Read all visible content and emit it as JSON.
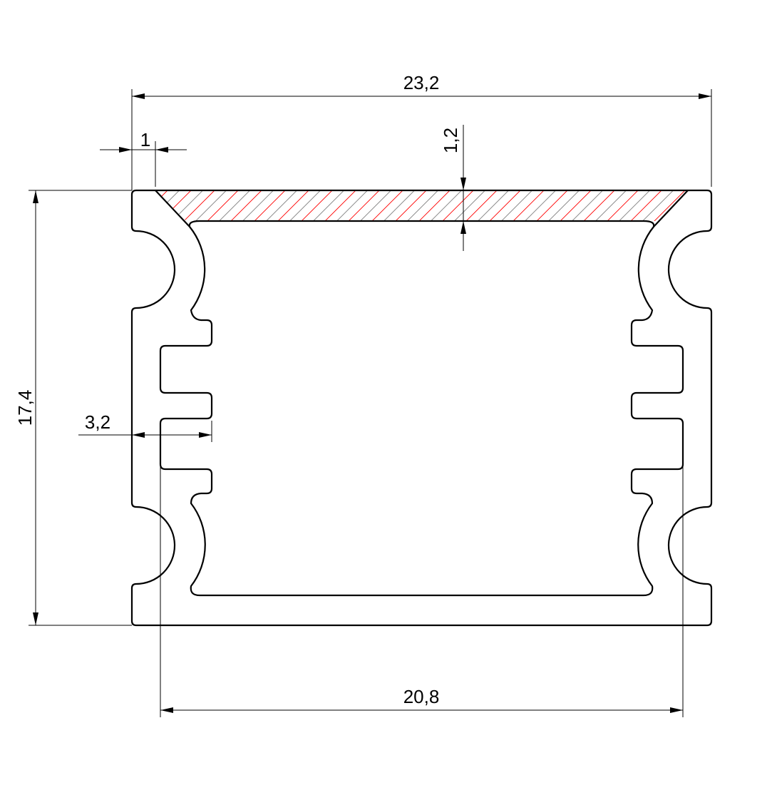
{
  "drawing": {
    "title": "Aluminium profile cross-section",
    "dimensions": {
      "overall_width": "23,2",
      "overall_height": "17,4",
      "wall_offset": "1",
      "top_thickness": "1,2",
      "fin_depth": "3,2",
      "inner_width": "20,8"
    },
    "colors": {
      "outline": "#000000",
      "hatch_primary": "#ff0000",
      "hatch_secondary": "#808080"
    }
  }
}
